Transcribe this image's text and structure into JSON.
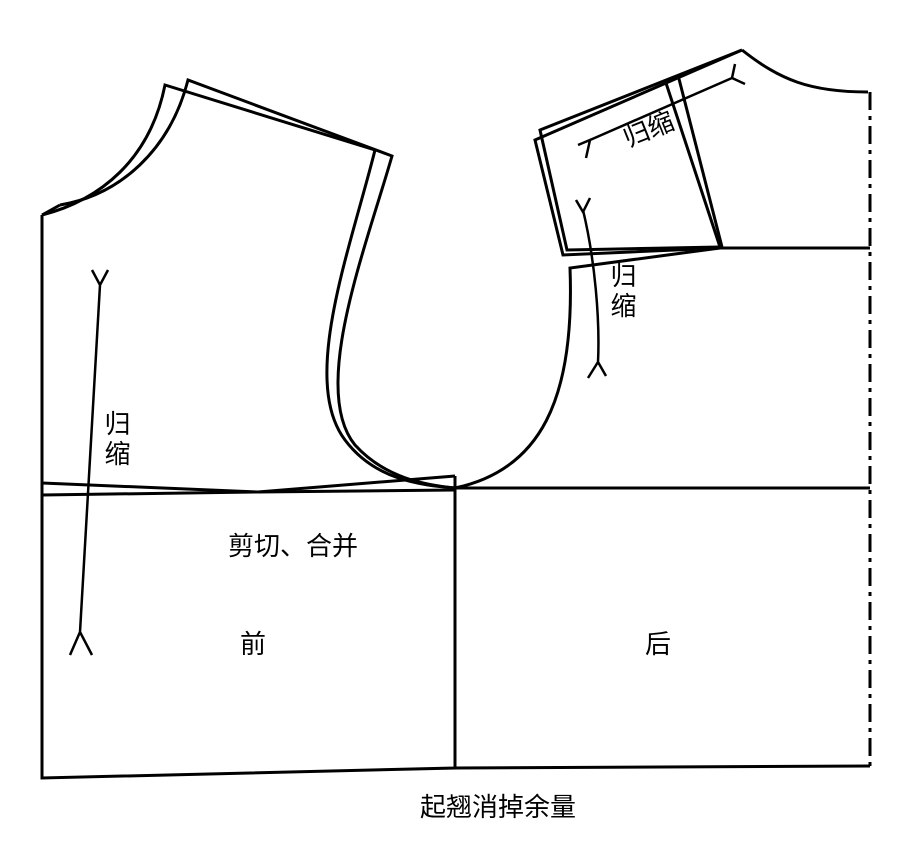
{
  "labels": {
    "front_dart": "归缩",
    "back_dart": "归缩",
    "shoulder_dart": "归缩",
    "cut_merge": "剪切、合并",
    "front": "前",
    "back": "后",
    "caption": "起翘消掉余量"
  }
}
